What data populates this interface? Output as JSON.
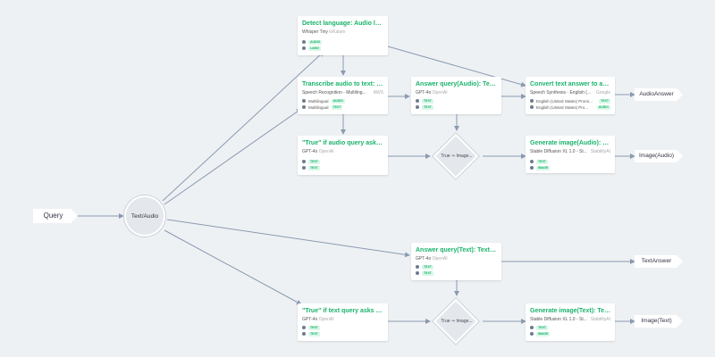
{
  "query_label": "Query",
  "router_label": "Text/Audio",
  "nodes": {
    "detect": {
      "title": "Detect language: Audio lang...",
      "model": "Whisper Tiny",
      "provider": "loKalam",
      "ports": [
        {
          "name": "",
          "badge": "AUDIO"
        },
        {
          "name": "",
          "badge": "LANG"
        }
      ]
    },
    "transcribe": {
      "title": "Transcribe audio to text: Sp...",
      "model": "Speech Recognition - Multiling...",
      "provider": "AWS",
      "ports": [
        {
          "name": "Multilingual",
          "badge": "AUDIO"
        },
        {
          "name": "Multilingual",
          "badge": "TEXT"
        }
      ]
    },
    "answer_audio": {
      "title": "Answer query(Audio): Text ...",
      "model": "GPT-4o",
      "provider": "OpenAI",
      "ports": [
        {
          "name": "",
          "badge": "TEXT"
        },
        {
          "name": "",
          "badge": "TEXT"
        }
      ]
    },
    "tts": {
      "title": "Convert text answer to audi...",
      "model": "Speech Synthesis - English (...",
      "provider": "Google",
      "ports": [
        {
          "name": "English (United States) Promi...",
          "badge": "TEXT"
        },
        {
          "name": "English (United States) Pro...",
          "badge": "AUDIO"
        }
      ]
    },
    "true_audio": {
      "title": "\"True\" if audio query asks fo...",
      "model": "GPT-4o",
      "provider": "OpenAI",
      "ports": [
        {
          "name": "",
          "badge": "TEXT"
        },
        {
          "name": "",
          "badge": "TEXT"
        }
      ]
    },
    "gen_audio": {
      "title": "Generate image(Audio): Tex...",
      "model": "Stable Diffusion XL 1.0 - St...",
      "provider": "StabilityAI",
      "ports": [
        {
          "name": "",
          "badge": "TEXT"
        },
        {
          "name": "",
          "badge": "IMAGE"
        }
      ]
    },
    "answer_text": {
      "title": "Answer query(Text): Text ge...",
      "model": "GPT-4o",
      "provider": "OpenAI",
      "ports": [
        {
          "name": "",
          "badge": "TEXT"
        },
        {
          "name": "",
          "badge": "TEXT"
        }
      ]
    },
    "true_text": {
      "title": "\"True\" if text query asks for i...",
      "model": "GPT-4o",
      "provider": "OpenAI",
      "ports": [
        {
          "name": "",
          "badge": "TEXT"
        },
        {
          "name": "",
          "badge": "TEXT"
        }
      ]
    },
    "gen_text": {
      "title": "Generate image(Text): Text ...",
      "model": "Stable Diffusion XL 1.0 - St...",
      "provider": "StabilityAI",
      "ports": [
        {
          "name": "",
          "badge": "TEXT"
        },
        {
          "name": "",
          "badge": "IMAGE"
        }
      ]
    }
  },
  "diamonds": {
    "audio": "True ⇒ Image...",
    "text": "True ⇒ Image..."
  },
  "outputs": {
    "audio_answer": "AudioAnswer",
    "image_audio": "Image(Audio)",
    "text_answer": "TextAnswer",
    "image_text": "Image(Text)"
  },
  "colors": {
    "title_green": "#19b36b",
    "edge": "#8a9bb0",
    "background": "#eef1f4"
  }
}
